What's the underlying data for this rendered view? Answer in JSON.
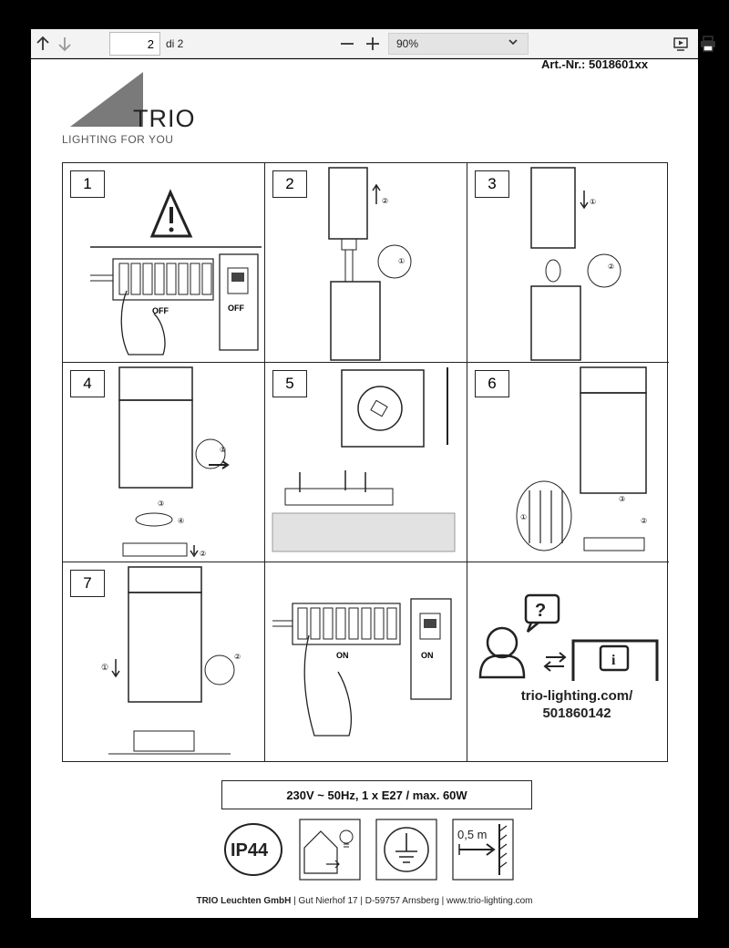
{
  "toolbar": {
    "current_page": "2",
    "total_pages": "di 2",
    "zoom": "90%"
  },
  "document": {
    "article_number": "Art.-Nr.: 5018601xx",
    "brand": "TRIO",
    "brand_tagline": "LIGHTING FOR YOU",
    "steps": [
      {
        "number": "1",
        "labels": [
          "OFF",
          "OFF"
        ]
      },
      {
        "number": "2",
        "labels": [
          "①",
          "②"
        ]
      },
      {
        "number": "3",
        "labels": [
          "①",
          "②"
        ]
      },
      {
        "number": "4",
        "labels": [
          "①",
          "②",
          "③",
          "④"
        ]
      },
      {
        "number": "5",
        "labels": []
      },
      {
        "number": "6",
        "labels": [
          "①",
          "②",
          "③"
        ]
      },
      {
        "number": "7",
        "labels": [
          "①",
          "②"
        ]
      },
      {
        "number": "",
        "labels": [
          "ON",
          "ON"
        ]
      }
    ],
    "support_url_line1": "trio-lighting.com/",
    "support_url_line2": "501860142",
    "spec": "230V ~ 50Hz, 1 x E27 / max. 60W",
    "ip_rating": "IP44",
    "distance_label": "0,5 m",
    "footer": {
      "company": "TRIO Leuchten GmbH",
      "address": " | Gut Nierhof 17 | D-59757 Arnsberg | www.trio-lighting.com"
    }
  },
  "colors": {
    "logo_gray": "#7a7a7a",
    "ink": "#222222",
    "toolbar_bg": "#f3f3f3"
  },
  "icons": [
    "arrow-up-icon",
    "arrow-down-icon",
    "minus-icon",
    "plus-icon",
    "chevron-down-icon",
    "present-icon",
    "print-icon",
    "warning-icon",
    "question-bubble-icon",
    "info-monitor-icon",
    "person-icon",
    "exchange-icon",
    "outdoor-bulb-icon",
    "earth-ground-icon",
    "distance-icon"
  ]
}
